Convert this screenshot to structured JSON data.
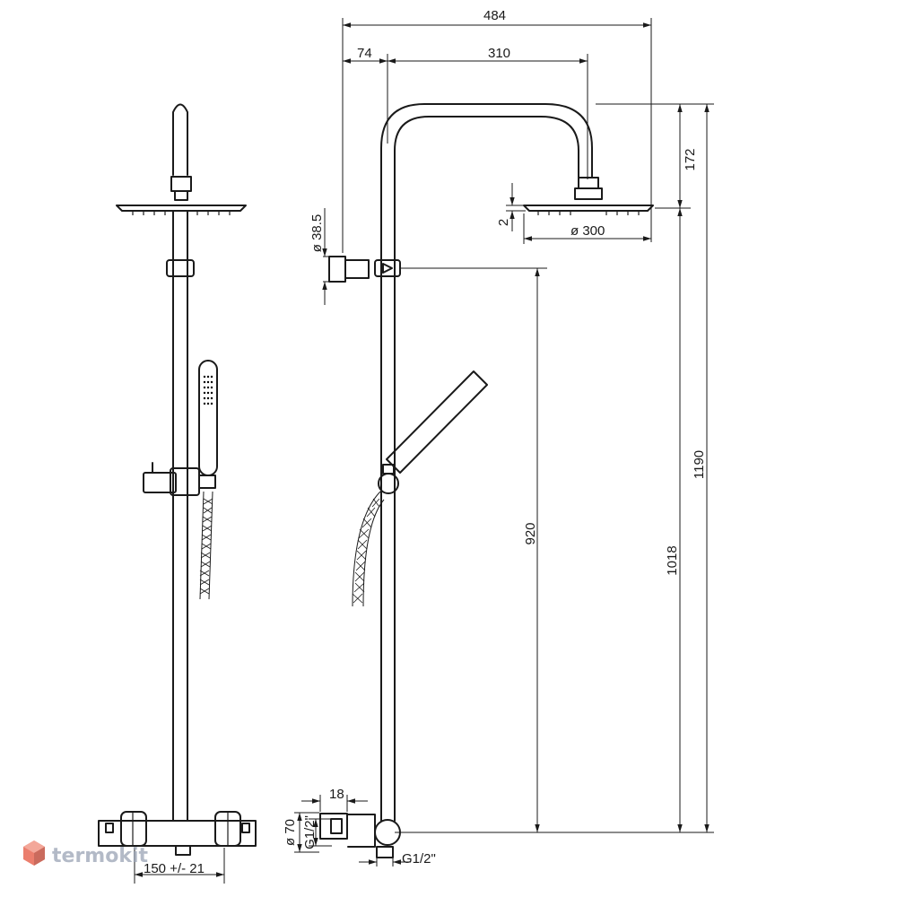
{
  "drawing": {
    "dimensions": {
      "total_width": "484",
      "arm_offset": "74",
      "arm_reach": "310",
      "head_drop": "172",
      "head_thickness": "2",
      "head_diameter": "ø 300",
      "bracket_diameter": "ø 38.5",
      "slider_height": "920",
      "arm_height": "1018",
      "overall_height": "1190",
      "inlet_spacing": "150 +/- 21",
      "mixer_body_diameter": "ø 70",
      "inlet_thread_left": "G1/2\"",
      "inlet_thread_bottom": "G1/2\"",
      "eccentric_depth": "18"
    }
  },
  "watermark": {
    "text": "termokit"
  }
}
